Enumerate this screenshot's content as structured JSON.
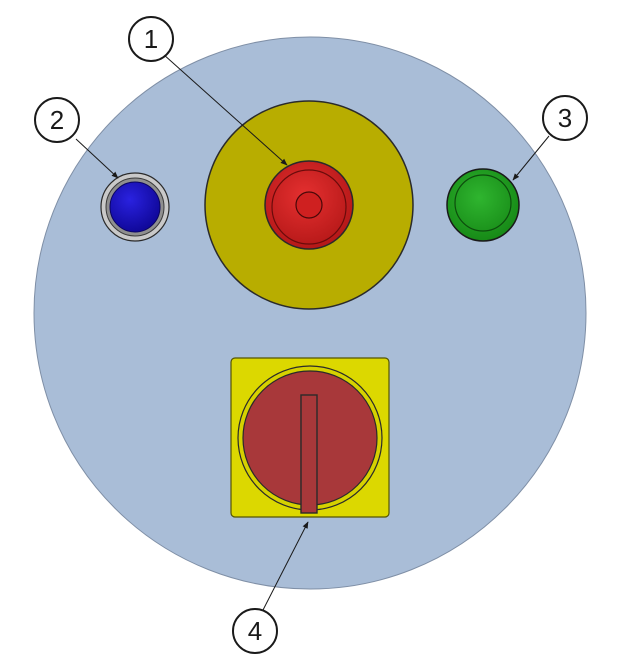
{
  "callouts": [
    {
      "id": "callout-1",
      "label": "1",
      "component": "emergency-stop-button"
    },
    {
      "id": "callout-2",
      "label": "2",
      "component": "blue-pilot-light"
    },
    {
      "id": "callout-3",
      "label": "3",
      "component": "green-push-button"
    },
    {
      "id": "callout-4",
      "label": "4",
      "component": "rotary-selector-switch"
    }
  ],
  "colors": {
    "panel": "#a9bdd7",
    "estop_ring": "#b8ad00",
    "estop_button": "#d52222",
    "pilot_light": "#1a12c8",
    "pilot_bezel": "#9a9a9a",
    "green_button": "#22a022",
    "switch_plate": "#dcd800",
    "switch_knob": "#a8383a",
    "leader": "#1a1a1a"
  }
}
